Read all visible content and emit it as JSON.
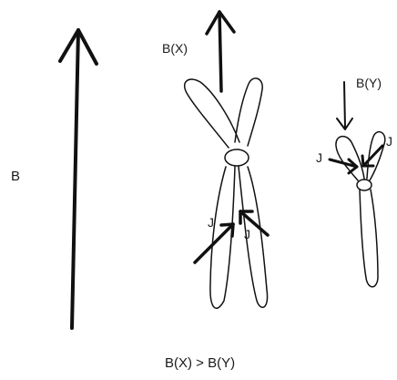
{
  "labels": {
    "b_main": "B",
    "b_x": "B(X)",
    "b_y": "B(Y)",
    "j_x_left": "J",
    "j_x_right": "J",
    "j_y_left": "J",
    "j_y_right": "J",
    "comparison": "B(X) > B(Y)"
  },
  "colors": {
    "ink": "#111111",
    "background": "#ffffff"
  }
}
